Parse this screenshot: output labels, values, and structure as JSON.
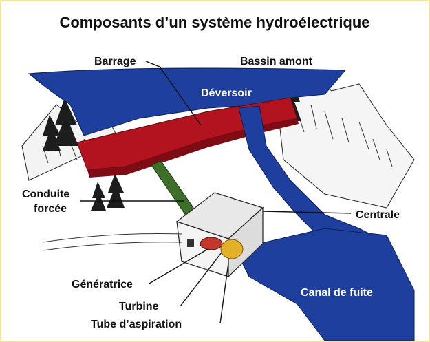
{
  "title": "Composants d’un système hydroélectrique",
  "labels": {
    "barrage": "Barrage",
    "bassin_amont": "Bassin amont",
    "deversoir": "Déversoir",
    "conduite_line1": "Conduite",
    "conduite_line2": "forcée",
    "centrale": "Centrale",
    "generatrice": "Génératrice",
    "turbine": "Turbine",
    "tube_aspiration": "Tube d’aspiration",
    "canal_de_fuite": "Canal de fuite"
  },
  "colors": {
    "water": "#1f3f9e",
    "dam": "#b3131e",
    "penstock": "#3d6e2a",
    "generator": "#c0392b",
    "turbine": "#e3b02a",
    "frame": "#f6e38a"
  }
}
